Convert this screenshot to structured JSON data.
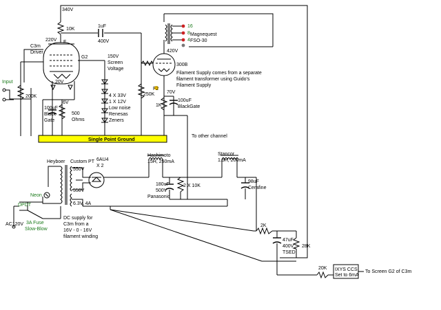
{
  "labels": {
    "b_plus_340": "340V",
    "r10k": "10K",
    "c1uf": "1uF",
    "c400v": "400V",
    "v220": "220V",
    "tube_c3m_1": "C3m",
    "tube_c3m_2": "Driver",
    "pin_f": "F",
    "pin_g2": "G2",
    "v150_1": "150V",
    "v150_2": "Screen",
    "v150_3": "Voltage",
    "input": "Input",
    "r200k": "200K",
    "v20": "20V",
    "v6": "6V",
    "cap100_1": "100uF",
    "cap100_2": "Black",
    "cap100_3": "Gate",
    "r500_1": "500",
    "r500_2": "Ohms",
    "zener_1": "4 X 33V",
    "zener_2": "1 X 12V",
    "zener_3": "Low noise",
    "zener_4": "Renesas",
    "zener_5": "Zeners",
    "spg": "Single Point Ground",
    "mq_1": "Magnequest",
    "mq_2": "FSO-30",
    "sec_16": "16",
    "sec_8": "8",
    "sec_4": "4",
    "v420": "420V",
    "tube_300b": "300B",
    "fil_1": "Filament Supply comes from a separate",
    "fil_2": "filament transformer using Guido's",
    "fil_3": "Filament Supply",
    "f2": "F2",
    "r250k": "250K",
    "v70": "70V",
    "r1k": "1K",
    "cap300b_1": "100uF",
    "cap300b_2": "BlackGate",
    "other_channel": "To other channel",
    "hash_1": "Hashimoto",
    "hash_2": "15H, 250mA",
    "stancor_1": "Stancor",
    "stancor_2": "1.5H, 200mA",
    "heyboer": "Heyboer",
    "custom_pt": "Custom PT",
    "v550a": "550V",
    "v550b": "550V",
    "rect_1": "6AU4",
    "rect_2": "X 2",
    "fil_winding": "6.3V, 4A",
    "cap180_1": "180uF",
    "cap180_2": "500V",
    "cap180_3": "Panasonic",
    "r2x10k": "2 X 10K",
    "cap98_1": "98uF",
    "cap98_2": "Cerafine",
    "neon": "Neon",
    "dpdt": "DPDT",
    "ac120v": "AC120V",
    "fuse_1": "3A Fuse",
    "fuse_2": "Slow-Blow",
    "dc_1": "DC supply for",
    "dc_2": "C3m from a",
    "dc_3": "16V - 0 - 16V",
    "dc_4": "filament winding",
    "r2k": "2K",
    "cap47_1": "47uF",
    "cap47_2": "400V",
    "cap47_3": "TSED",
    "r28k": "28K",
    "r20k": "20K",
    "ccs_1": "IXYS CCS",
    "ccs_2": "Set to 6mA",
    "to_screen": "To Screen G2 of C3m"
  },
  "colors": {
    "wire": "#000000",
    "ground_bus": "#ffff00",
    "green_label": "#1a7a1a",
    "terminal_red": "#cc2222"
  }
}
